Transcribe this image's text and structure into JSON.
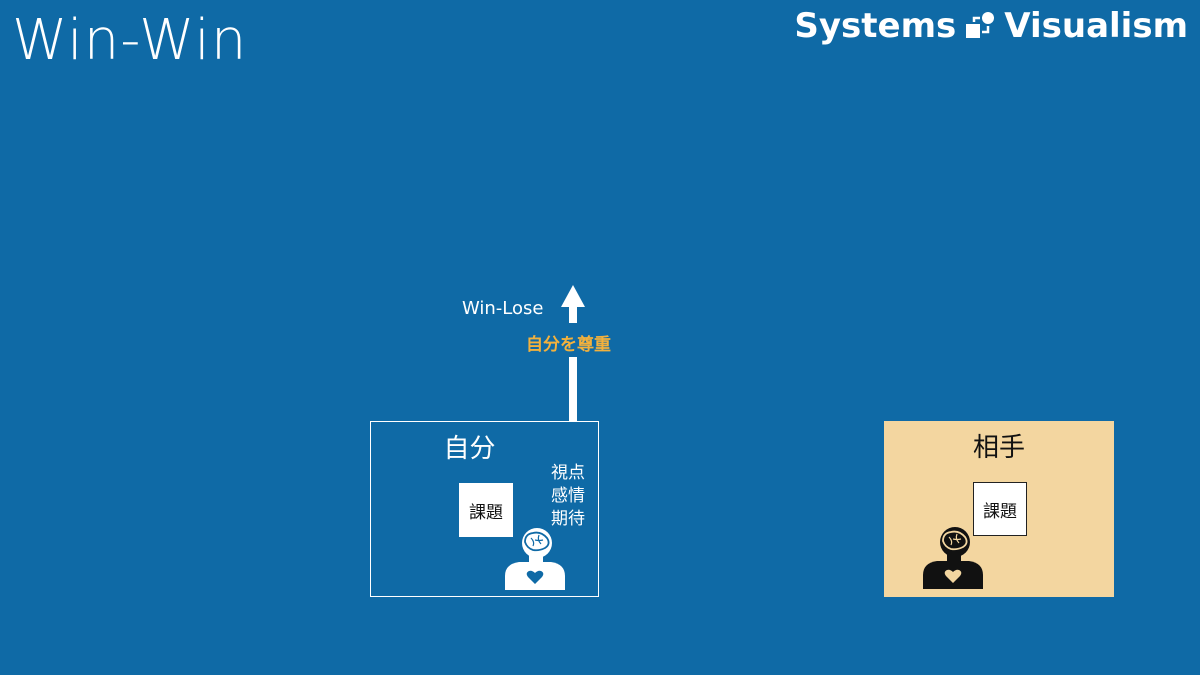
{
  "title": "Win-Win",
  "brand": {
    "left": "Systems",
    "right": "Visualism",
    "logo_icon": "systems-visualism-logo-icon"
  },
  "arrow": {
    "label": "Win-Lose",
    "caption": "自分を尊重",
    "caption_color": "#f2b13d"
  },
  "self_box": {
    "title": "自分",
    "issue": "課題",
    "aspects": [
      "視点",
      "感情",
      "期待"
    ],
    "person_icon": "person-brain-heart-icon",
    "border_color": "#ffffff"
  },
  "other_box": {
    "title": "相手",
    "issue": "課題",
    "person_icon": "person-brain-heart-icon",
    "background": "#f3d6a0"
  },
  "colors": {
    "background": "#0f6aa6",
    "text": "#ffffff"
  }
}
